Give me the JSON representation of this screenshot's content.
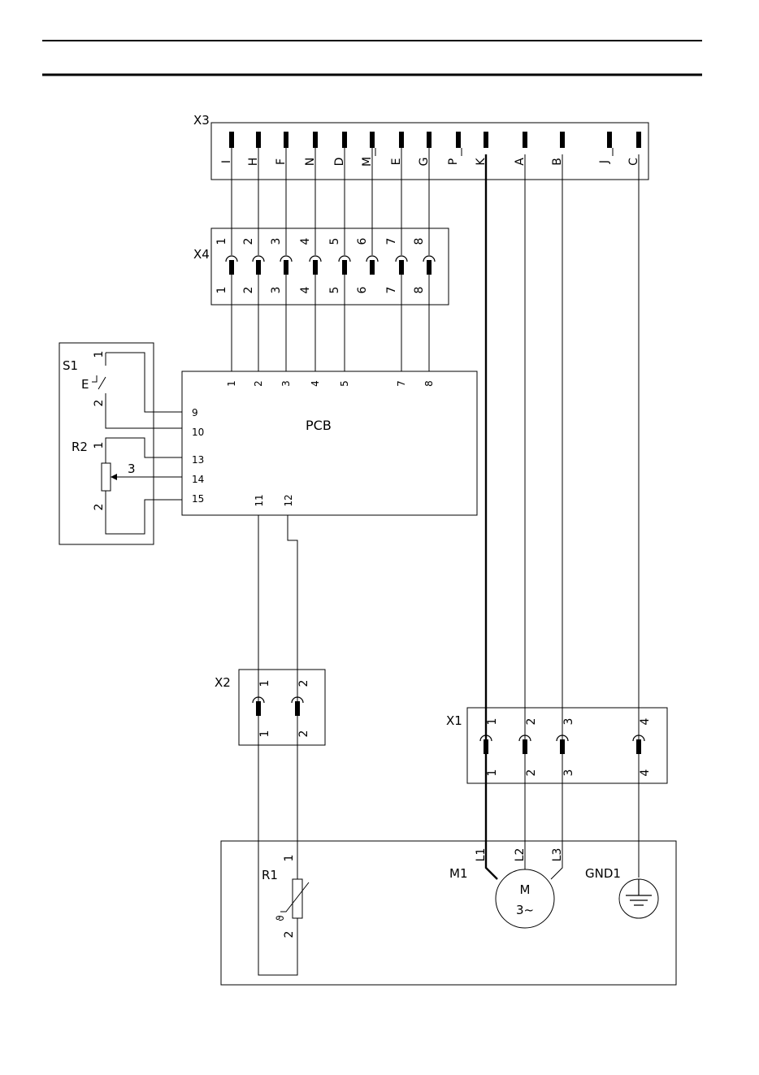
{
  "header": {
    "rule_color": "#000000"
  },
  "components": {
    "x3": {
      "label": "X3",
      "pins": [
        "I",
        "H",
        "F",
        "N",
        "D",
        "M",
        "E",
        "G",
        "P",
        "K",
        "A",
        "B",
        "J",
        "C"
      ]
    },
    "x4": {
      "label": "X4",
      "pins": [
        "1",
        "2",
        "3",
        "4",
        "5",
        "6",
        "7",
        "8"
      ]
    },
    "s1": {
      "label": "S1",
      "pin1": "1",
      "pin2": "2",
      "actuator": "E"
    },
    "r2": {
      "label": "R2",
      "pin1": "1",
      "pin2": "2",
      "wiper": "3"
    },
    "pcb": {
      "label": "PCB",
      "top_pins": [
        "1",
        "2",
        "3",
        "4",
        "5",
        "7",
        "8"
      ],
      "left_pins": [
        "9",
        "10",
        "13",
        "14",
        "15"
      ],
      "bottom_pins": [
        "11",
        "12"
      ]
    },
    "x2": {
      "label": "X2",
      "pins": [
        "1",
        "2"
      ]
    },
    "x1": {
      "label": "X1",
      "pins": [
        "1",
        "2",
        "3",
        "4"
      ]
    },
    "r1": {
      "label": "R1",
      "pin1": "1",
      "pin2": "2",
      "temp_symbol": "ϑ"
    },
    "m1": {
      "label": "M1",
      "symbol": "M",
      "phase": "3~",
      "terminals": [
        "L1",
        "L2",
        "L3"
      ]
    },
    "gnd1": {
      "label": "GND1"
    }
  }
}
